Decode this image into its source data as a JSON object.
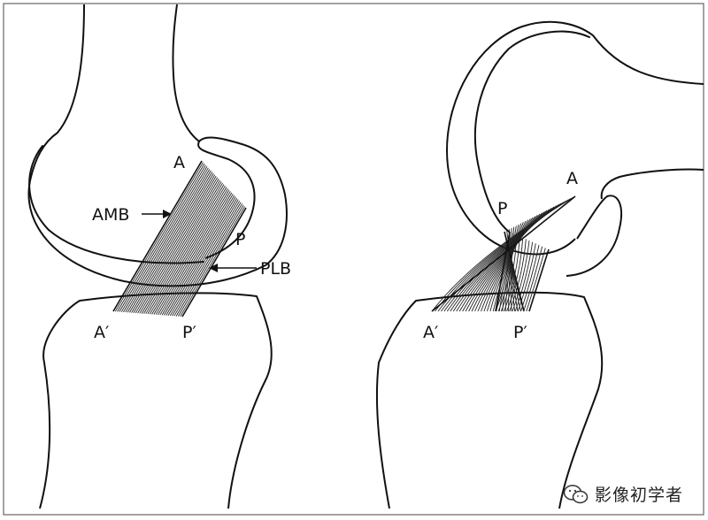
{
  "left_view": {
    "labels": {
      "a": "A",
      "amb": "AMB",
      "p": "P",
      "plb": "PLB",
      "a_prime": "A′",
      "p_prime": "P′"
    }
  },
  "right_view": {
    "labels": {
      "p": "P",
      "a": "A",
      "a_prime": "A′",
      "p_prime": "P′"
    }
  },
  "watermark": {
    "icon": "wechat-icon",
    "text": "影像初学者"
  }
}
